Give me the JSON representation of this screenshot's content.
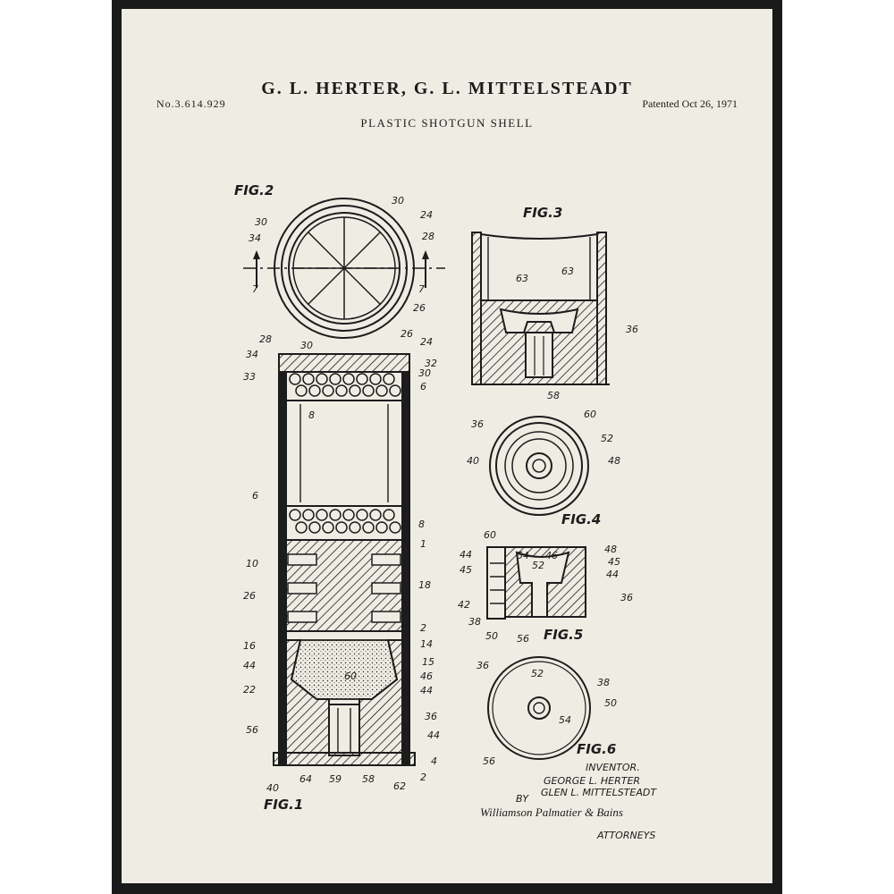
{
  "header": {
    "inventors": "G. L. HERTER, G. L. MITTELSTEADT",
    "patent_number": "No.3.614.929",
    "patent_date": "Patented Oct 26, 1971",
    "title": "PLASTIC SHOTGUN SHELL"
  },
  "figures": {
    "fig1": "FIG.1",
    "fig2": "FIG.2",
    "fig3": "FIG.3",
    "fig4": "FIG.4",
    "fig5": "FIG.5",
    "fig6": "FIG.6"
  },
  "section_marks": [
    "7",
    "7"
  ],
  "refs": {
    "fig1": [
      "28",
      "30",
      "26",
      "24",
      "34",
      "32",
      "33",
      "30",
      "6",
      "8",
      "6",
      "8",
      "1",
      "10",
      "18",
      "26",
      "2",
      "16",
      "14",
      "15",
      "44",
      "60",
      "46",
      "22",
      "44",
      "36",
      "56",
      "44",
      "4",
      "40",
      "64",
      "59",
      "58",
      "62",
      "2"
    ],
    "fig2": [
      "30",
      "24",
      "30",
      "34",
      "28",
      "26"
    ],
    "fig3": [
      "63",
      "63",
      "36",
      "58"
    ],
    "fig4": [
      "36",
      "60",
      "52",
      "40",
      "48"
    ],
    "fig5": [
      "60",
      "54",
      "46",
      "48",
      "44",
      "45",
      "45",
      "52",
      "44",
      "42",
      "36",
      "38",
      "50",
      "56"
    ],
    "fig6": [
      "36",
      "52",
      "38",
      "50",
      "54",
      "56"
    ]
  },
  "signature_block": {
    "inventor_heading": "INVENTOR.",
    "inventor_1": "GEORGE L. HERTER",
    "inventor_2": "GLEN L. MITTELSTEADT",
    "by": "BY",
    "attorneys_signature": "Williamson Palmatier & Bains",
    "attorneys": "ATTORNEYS"
  }
}
